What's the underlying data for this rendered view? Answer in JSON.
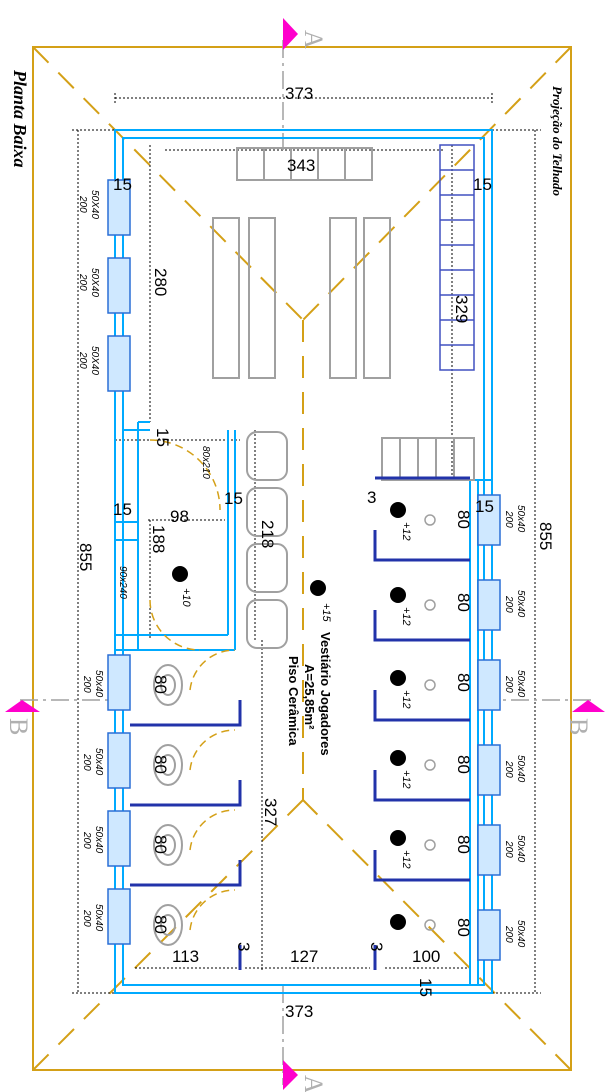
{
  "title": "Planta Baixa",
  "roof_label": "Projeção do Telhado",
  "cut_a_top": "A",
  "cut_a_bottom": "A",
  "cut_b_left": "B",
  "cut_b_right": "B",
  "room": {
    "name": "Vestiário Jogadores",
    "area": "A=25,85m²",
    "floor": "Piso Cerâmica"
  },
  "dims": {
    "top_overall": "373",
    "top_inner": "343",
    "bottom_overall": "373",
    "left_overall": "855",
    "right_overall": "855",
    "left_280": "280",
    "right_329": "329",
    "center_327": "327",
    "d_218": "218",
    "d_188": "188",
    "d_98": "98",
    "d_113": "113",
    "d_127": "127",
    "d_100": "100",
    "w15_tl": "15",
    "w15_tr": "15",
    "w15_ml": "15",
    "w15_m2": "15",
    "w15_m3": "15",
    "w15_mr": "15",
    "w15_br": "15",
    "w3_r": "3",
    "w3_b1": "3",
    "w3_b2": "3"
  },
  "windows_left": [
    "50X40",
    "200"
  ],
  "windows_right": [
    "50x40",
    "200"
  ],
  "windows_bl": [
    "50x40",
    "200"
  ],
  "doors": [
    "80x210",
    "90x240"
  ],
  "stall_80": "80",
  "stall_3": "3",
  "levels": [
    "+15",
    "+10",
    "+12"
  ],
  "colors": {
    "roof": "#d4a017",
    "wall": "#00aaff",
    "fixture": "#2233aa",
    "marker": "#ff00cc",
    "gray": "#a0a0a0"
  }
}
